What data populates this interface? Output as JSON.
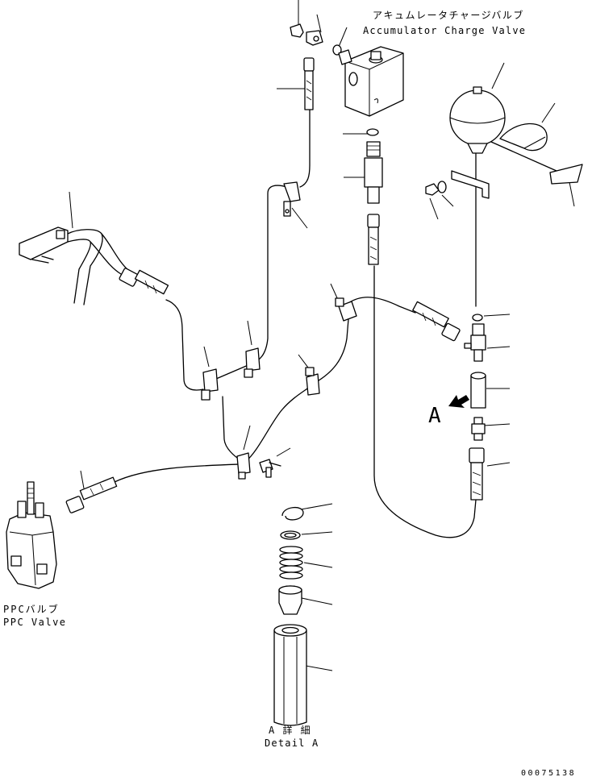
{
  "labels": {
    "accumulator_charge_valve_jp": "アキュムレータチャージバルブ",
    "accumulator_charge_valve_en": "Accumulator Charge Valve",
    "ppc_valve_jp": "PPCバルブ",
    "ppc_valve_en": "PPC Valve",
    "detail_a_jp": "A 詳 細",
    "detail_a_en": "Detail A",
    "view_marker": "A",
    "drawing_number": "00075138"
  }
}
